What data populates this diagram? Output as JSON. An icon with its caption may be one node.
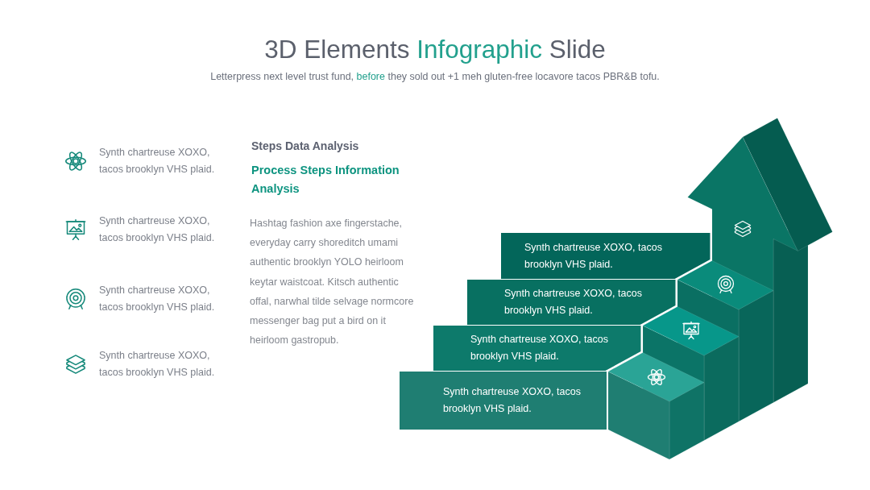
{
  "diagram": {
    "title": "3D Elements **Infographic** Slide",
    "nodes": [
      {
        "text": [
          "Synth chartreuse XOXO, tacos brooklyn VHS plaid."
        ]
      },
      {
        "text": [
          "Synth chartreuse XOXO, tacos brooklyn VHS plaid."
        ]
      },
      {
        "text": [
          "Synth chartreuse XOXO, tacos brooklyn VHS plaid."
        ]
      },
      {
        "text": [
          "Synth chartreuse XOXO, tacos brooklyn VHS plaid."
        ]
      }
    ],
    "labels": [
      "Letterpress next level trust fund, **before** they sold out +1 meh gluten-free locavore tacos PBR&B tofu.",
      "Synth chartreuse XOXO, tacos brooklyn VHS plaid.",
      "Synth chartreuse XOXO, tacos brooklyn VHS plaid.",
      "Synth chartreuse XOXO, tacos brooklyn VHS plaid.",
      "Synth chartreuse XOXO, tacos brooklyn VHS plaid.",
      "Steps Data Analysis",
      "Process Steps Information Analysis",
      "Hashtag fashion axe fingerstache, everyday carry shoreditch umami authentic brooklyn YOLO heirloom keytar waistcoat. Kitsch authentic offal, narwhal tilde selvage normcore messenger bag put a bird on it heirloom gastropub."
    ]
  }
}
